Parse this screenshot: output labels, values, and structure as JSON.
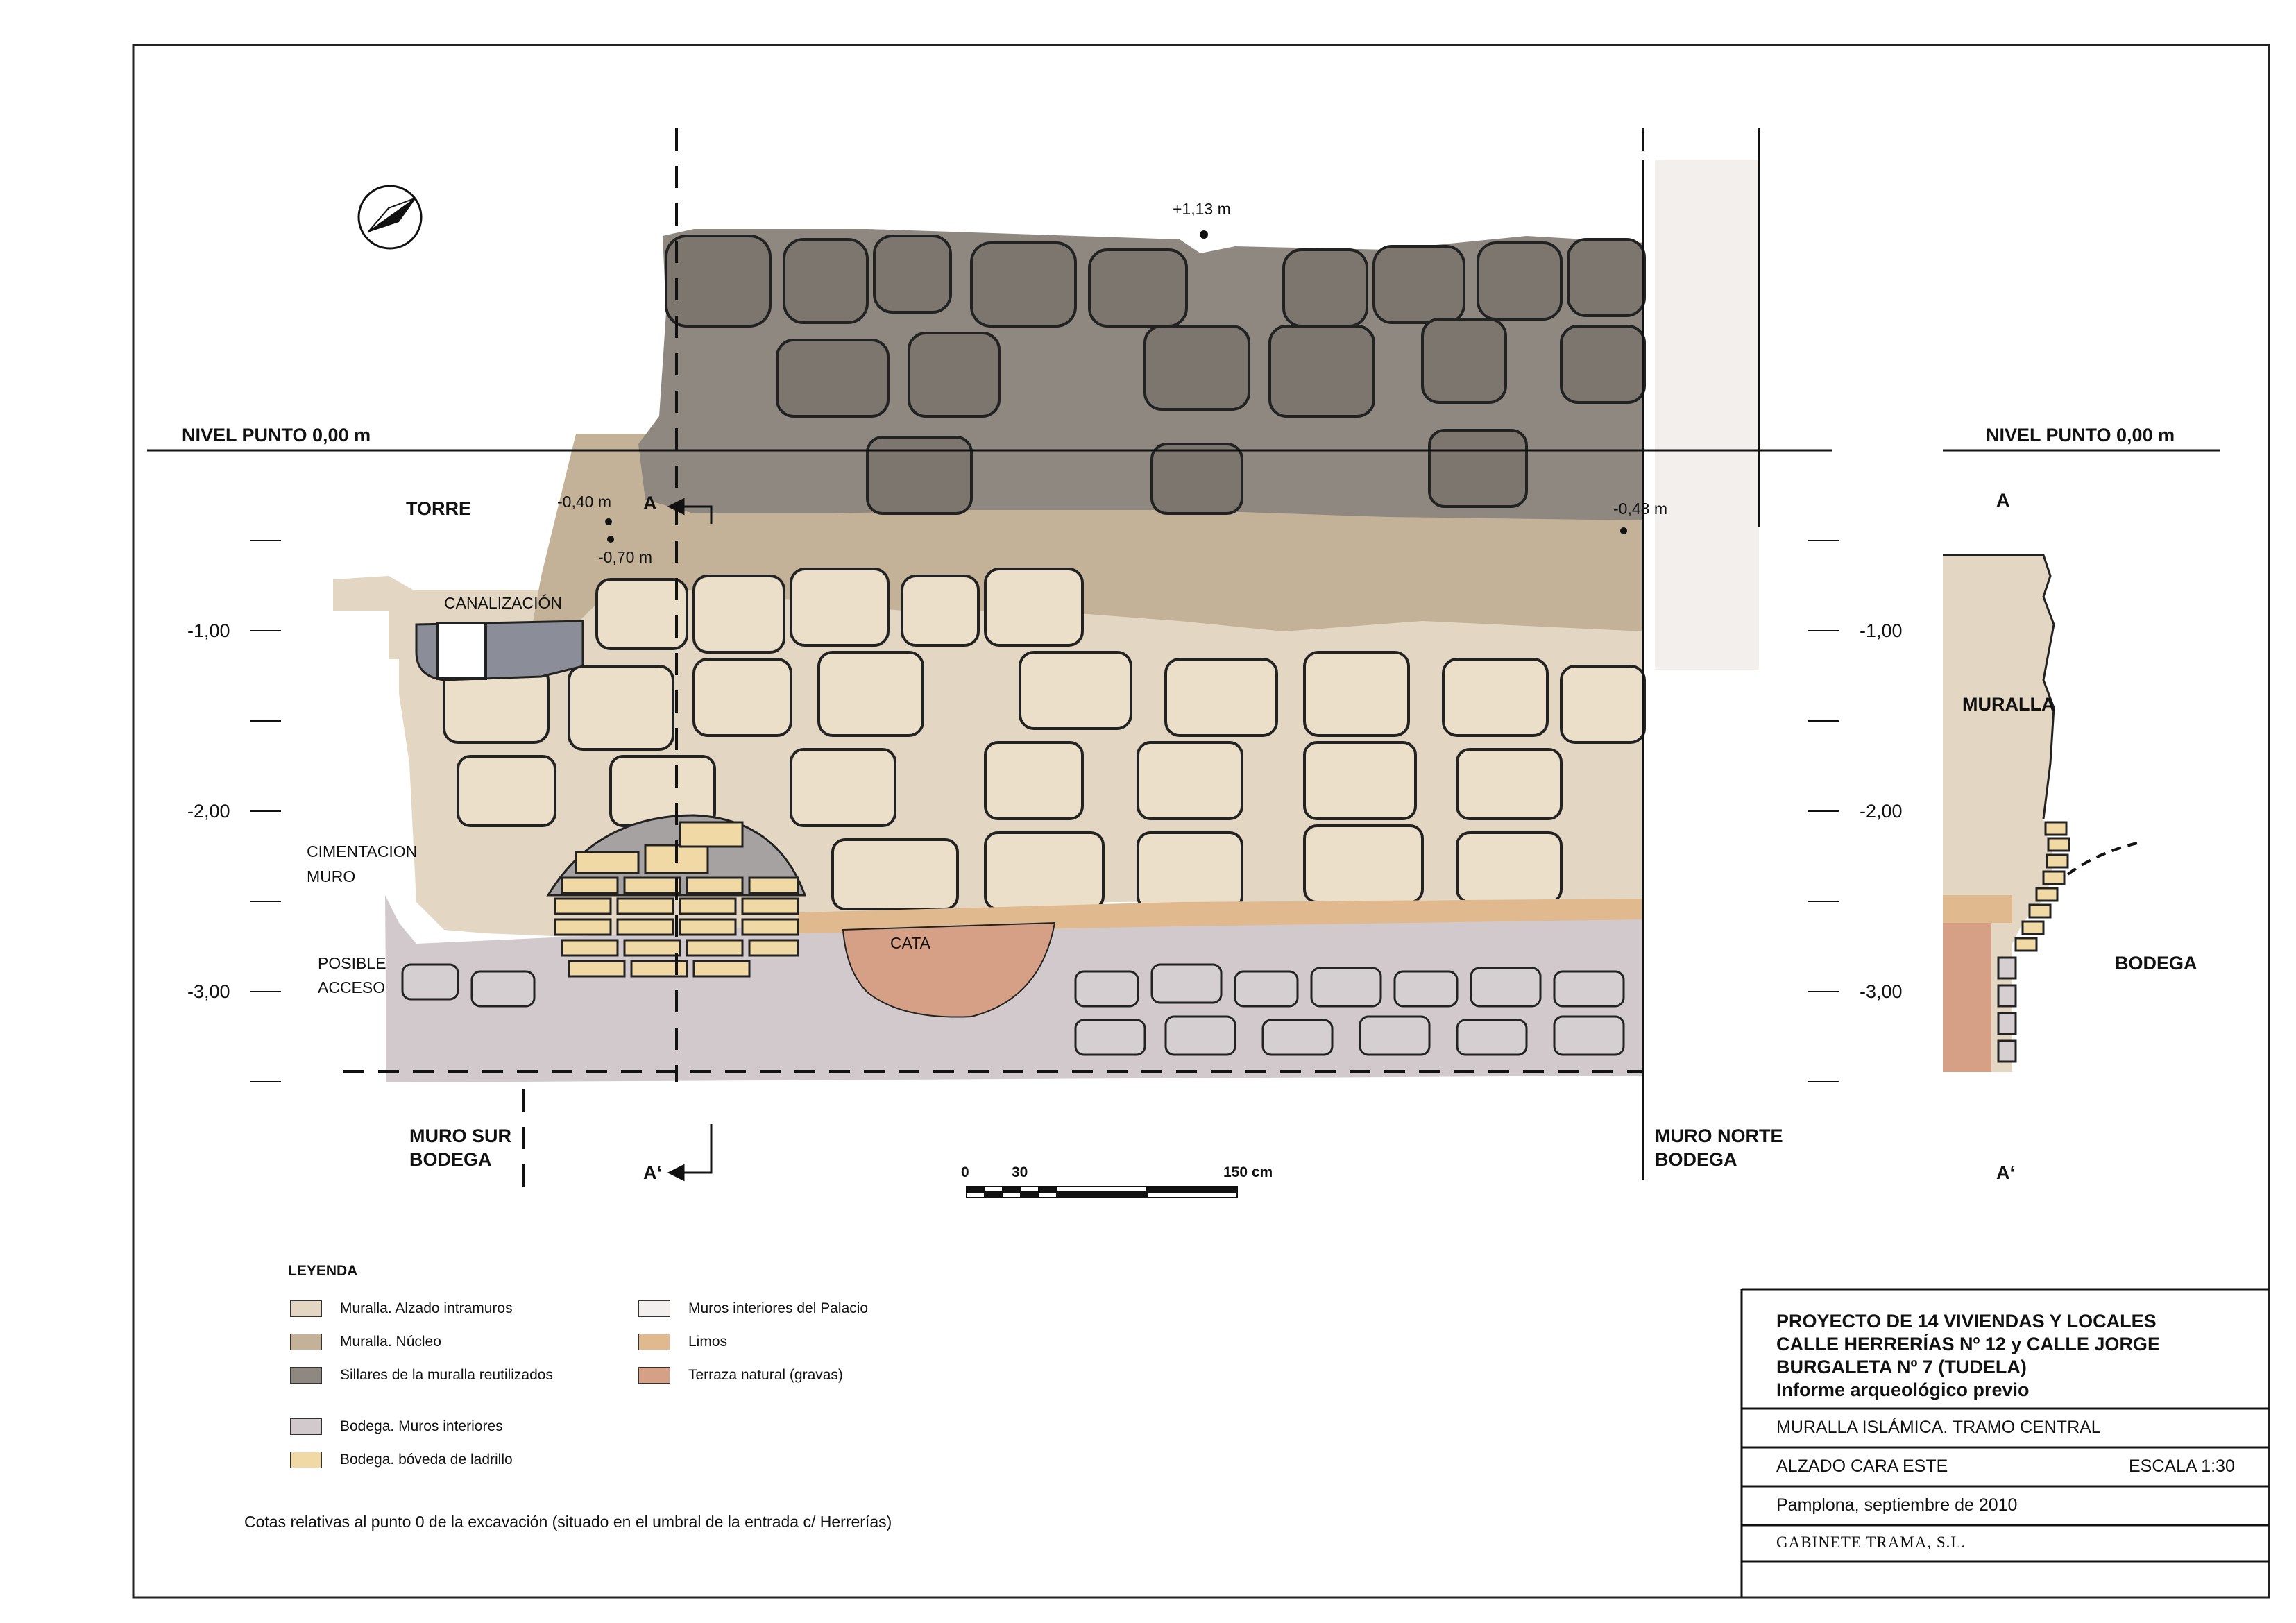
{
  "elevation": {
    "datum_label": "NIVEL PUNTO  0,00 m",
    "datum_label_section": "NIVEL PUNTO  0,00 m",
    "level_ticks": [
      "-1,00",
      "-2,00",
      "-3,00"
    ],
    "level_ticks_section": [
      "-1,00",
      "-2,00",
      "-3,00"
    ],
    "spot_levels": {
      "top": "+1,13 m",
      "left_1": "-0,40 m",
      "left_2": "-0,70 m",
      "right": "-0,48 m"
    },
    "labels": {
      "torre": "TORRE",
      "canalizacion": "CANALIZACIÓN",
      "cimentacion_1": "CIMENTACION",
      "cimentacion_2": "MURO",
      "posible_1": "POSIBLE",
      "posible_2": "ACCESO",
      "cata": "CATA",
      "muro_sur_1": "MURO SUR",
      "muro_sur_2": "BODEGA",
      "muro_norte_1": "MURO NORTE",
      "muro_norte_2": "BODEGA",
      "section_a": "A",
      "section_a_prime": "A‘"
    }
  },
  "section": {
    "label_a": "A",
    "label_a_prime": "A‘",
    "muralla": "MURALLA",
    "bodega": "BODEGA"
  },
  "scale_bar": {
    "labels": [
      "0",
      "30",
      "150 cm"
    ]
  },
  "legend": {
    "title": "LEYENDA",
    "items": [
      {
        "label": "Muralla. Alzado intramuros",
        "color": "#e3d7c3"
      },
      {
        "label": "Muralla. Núcleo",
        "color": "#c4b298"
      },
      {
        "label": "Sillares de la muralla reutilizados",
        "color": "#8f8880"
      },
      {
        "label": "Bodega. Muros interiores",
        "color": "#d2c9cc"
      },
      {
        "label": "Bodega. bóveda de ladrillo",
        "color": "#f1d9a6"
      },
      {
        "label": "Muros interiores del Palacio",
        "color": "#f2efec"
      },
      {
        "label": "Limos",
        "color": "#e0b98f"
      },
      {
        "label": "Terraza natural (gravas)",
        "color": "#d5a085"
      }
    ]
  },
  "note": "Cotas relativas al punto 0 de la excavación (situado en el umbral de la entrada c/ Herrerías)",
  "title_block": {
    "title_lines": [
      "PROYECTO DE 14 VIVIENDAS Y LOCALES",
      "CALLE HERRERÍAS Nº 12 y CALLE JORGE",
      "BURGALETA Nº 7 (TUDELA)",
      "Informe arqueológico previo"
    ],
    "subject": "MURALLA ISLÁMICA. TRAMO CENTRAL",
    "view": "ALZADO CARA ESTE",
    "scale": "ESCALA 1:30",
    "place_date": "Pamplona, septiembre de 2010",
    "firm": "GABINETE TRAMA, S.L."
  }
}
